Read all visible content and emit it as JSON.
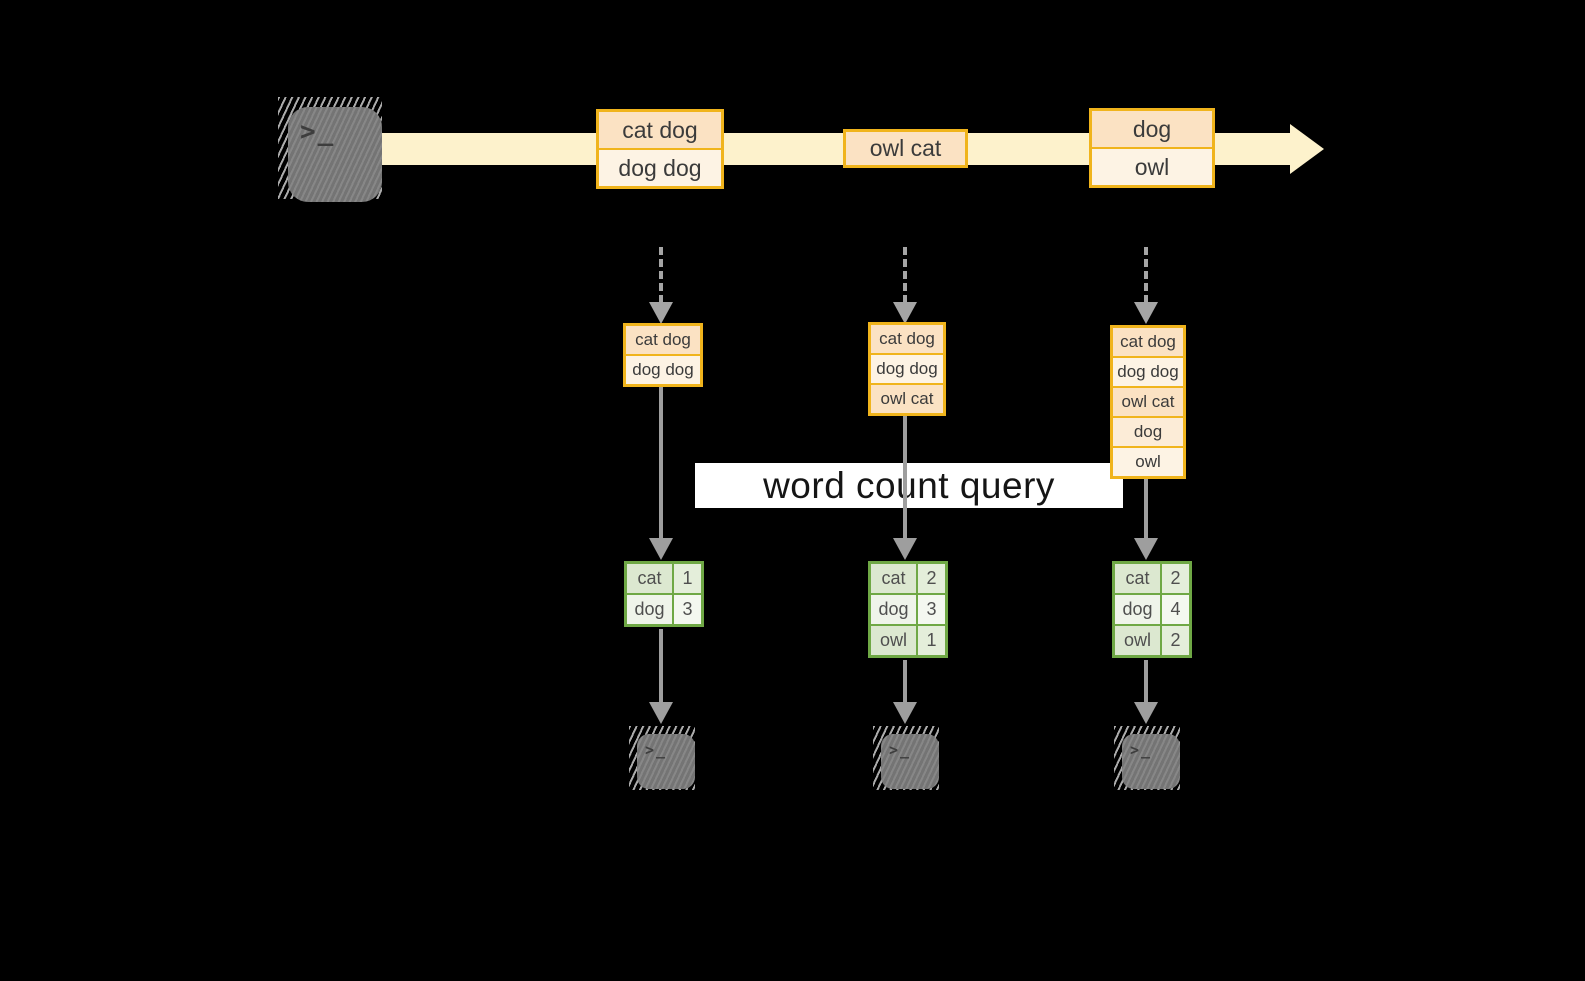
{
  "query_band": {
    "label": "word count query",
    "bg": "#ffffff"
  },
  "colors": {
    "background": "#000000",
    "stream_band": "#fdf2cc",
    "event_border": "#f0b41c",
    "event_fill_dark": "#fbe2c3",
    "event_fill_light": "#fdf3e4",
    "table_border": "#6fa845",
    "arrow_gray": "#9e9e9e",
    "terminal_gray": "#7e7e7e"
  },
  "source": {
    "icon": "terminal-icon",
    "glyph": ">_"
  },
  "timeline": {
    "event_groups": [
      {
        "rows": [
          {
            "text": "cat dog"
          },
          {
            "text": "dog dog"
          }
        ]
      },
      {
        "rows": [
          {
            "text": "owl cat"
          }
        ]
      },
      {
        "rows": [
          {
            "text": "dog"
          },
          {
            "text": "owl"
          }
        ]
      }
    ]
  },
  "columns": [
    {
      "buffer": {
        "rows": [
          {
            "text": "cat dog"
          },
          {
            "text": "dog dog"
          }
        ]
      },
      "counts": {
        "rows": [
          {
            "word": "cat",
            "count": "1"
          },
          {
            "word": "dog",
            "count": "3"
          }
        ]
      },
      "sink": {
        "icon": "terminal-icon",
        "glyph": ">_"
      }
    },
    {
      "buffer": {
        "rows": [
          {
            "text": "cat dog"
          },
          {
            "text": "dog dog"
          },
          {
            "text": "owl cat"
          }
        ]
      },
      "counts": {
        "rows": [
          {
            "word": "cat",
            "count": "2"
          },
          {
            "word": "dog",
            "count": "3"
          },
          {
            "word": "owl",
            "count": "1"
          }
        ]
      },
      "sink": {
        "icon": "terminal-icon",
        "glyph": ">_"
      }
    },
    {
      "buffer": {
        "rows": [
          {
            "text": "cat dog"
          },
          {
            "text": "dog dog"
          },
          {
            "text": "owl cat"
          },
          {
            "text": "dog"
          },
          {
            "text": "owl"
          }
        ]
      },
      "counts": {
        "rows": [
          {
            "word": "cat",
            "count": "2"
          },
          {
            "word": "dog",
            "count": "4"
          },
          {
            "word": "owl",
            "count": "2"
          }
        ]
      },
      "sink": {
        "icon": "terminal-icon",
        "glyph": ">_"
      }
    }
  ]
}
